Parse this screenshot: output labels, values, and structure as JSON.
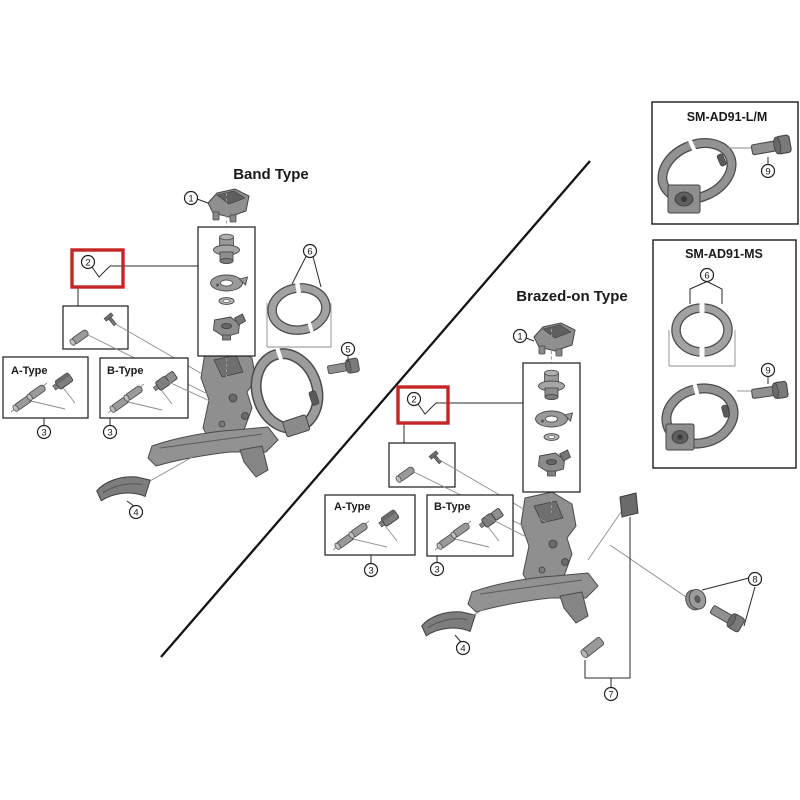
{
  "diagram": {
    "band": {
      "title": "Band Type",
      "a_type_label": "A-Type",
      "b_type_label": "B-Type",
      "callouts": {
        "c1": "1",
        "c2": "2",
        "c3a": "3",
        "c3b": "3",
        "c4": "4",
        "c5": "5",
        "c6": "6"
      }
    },
    "brazed": {
      "title": "Brazed-on Type",
      "a_type_label": "A-Type",
      "b_type_label": "B-Type",
      "callouts": {
        "c1": "1",
        "c2": "2",
        "c3a": "3",
        "c3b": "3",
        "c4": "4",
        "c7": "7",
        "c8": "8"
      }
    },
    "adapter_lm": {
      "title": "SM-AD91-L/M",
      "callouts": {
        "c9": "9"
      }
    },
    "adapter_ms": {
      "title": "SM-AD91-MS",
      "callouts": {
        "c6": "6",
        "c9": "9"
      }
    },
    "colors": {
      "highlight": "#c52625",
      "part_fill": "#969696",
      "part_stroke": "#4a4a4a",
      "line": "#2a2a2a"
    }
  }
}
